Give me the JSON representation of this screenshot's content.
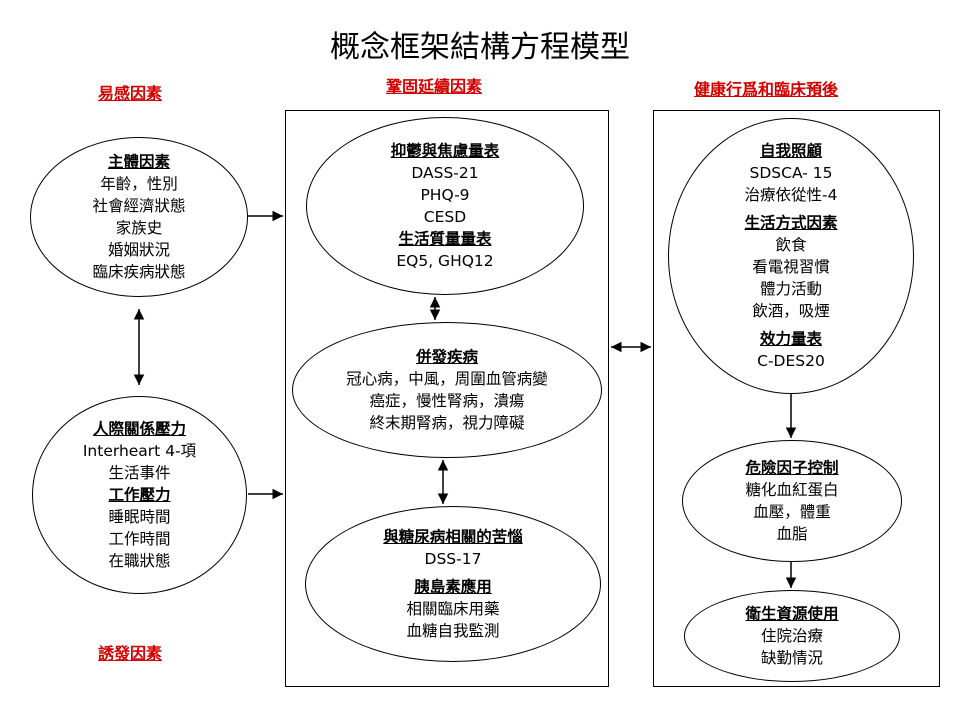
{
  "title": "概念框架結構方程模型",
  "column_labels": {
    "left_top": "易感因素",
    "middle_top": "鞏固延續因素",
    "right_top": "健康行爲和臨床預後",
    "left_bottom": "誘發因素"
  },
  "nodes": {
    "subject": {
      "heading": "主體因素",
      "lines": [
        "年齡，性別",
        "社會經濟狀態",
        "家族史",
        "婚姻狀況",
        "臨床疾病狀態"
      ]
    },
    "interpersonal": {
      "heading": "人際關係壓力",
      "lines": [
        "Interheart 4-項",
        "生活事件"
      ],
      "heading2": "工作壓力",
      "lines2": [
        "睡眠時間",
        "工作時間",
        "在職狀態"
      ]
    },
    "depression": {
      "heading": "抑鬱與焦慮量表",
      "lines": [
        "DASS-21",
        "PHQ-9",
        "CESD"
      ],
      "heading2": "生活質量量表",
      "lines2": [
        "EQ5, GHQ12"
      ]
    },
    "complications": {
      "heading": "併發疾病",
      "lines": [
        "冠心病，中風，周圍血管病變",
        "癌症，慢性腎病，潰瘍",
        "終末期腎病，視力障礙"
      ]
    },
    "distress": {
      "heading": "與糖尿病相關的苦惱",
      "lines": [
        "DSS-17"
      ],
      "heading2": "胰島素應用",
      "lines2": [
        "相關臨床用藥",
        "血糖自我監測"
      ]
    },
    "selfcare": {
      "heading": "自我照顧",
      "lines": [
        "SDSCA- 15",
        "治療依從性-4"
      ],
      "heading2": "生活方式因素",
      "lines2": [
        "飲食",
        "看電視習慣",
        "體力活動",
        "飲酒，吸煙"
      ],
      "heading3": "效力量表",
      "lines3": [
        "C-DES20"
      ]
    },
    "risk": {
      "heading": "危險因子控制",
      "lines": [
        "糖化血紅蛋白",
        "血壓，體重",
        "血脂"
      ]
    },
    "health": {
      "heading": "衛生資源使用",
      "lines": [
        "住院治療",
        "缺勤情況"
      ]
    }
  }
}
